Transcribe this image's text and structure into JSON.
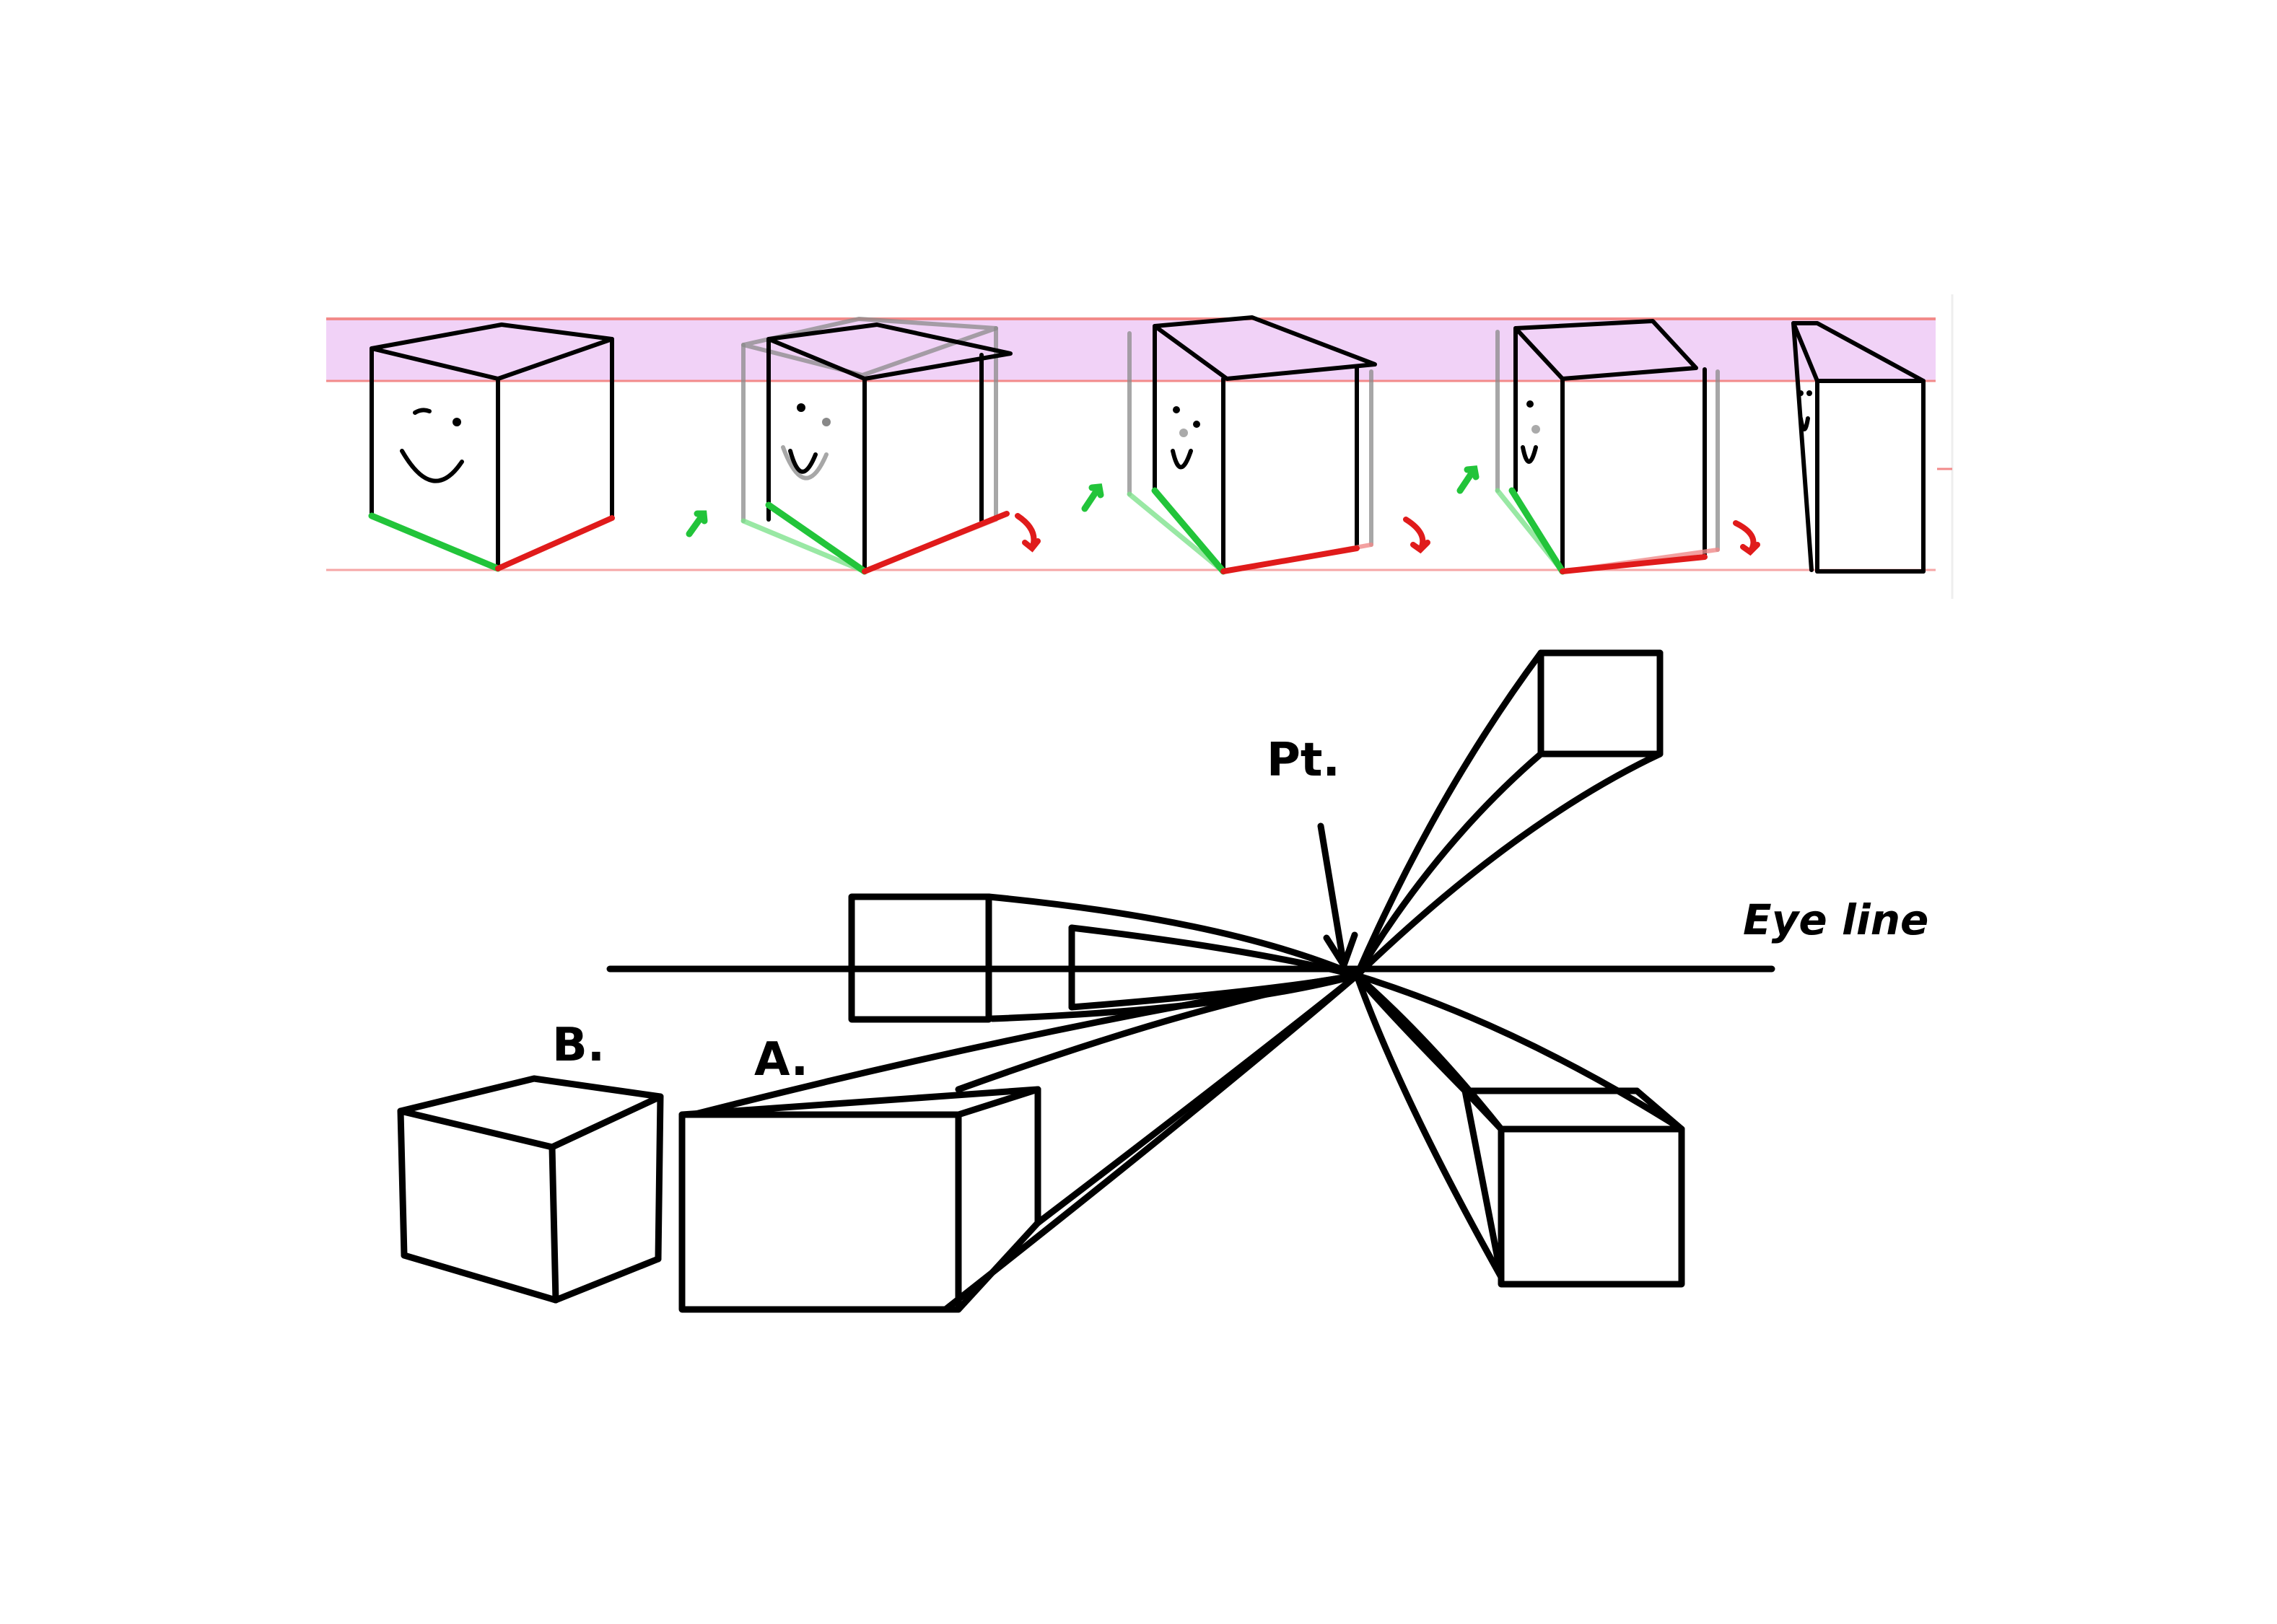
{
  "labels": {
    "pt": "Pt.",
    "eye_line": "Eye line",
    "box_a": "A.",
    "box_b": "B."
  },
  "colors": {
    "band": "#f1d2f7",
    "band_border": "#f28a8a",
    "left_edge": "#22c43a",
    "right_edge": "#e01b1b",
    "ink": "#000000"
  }
}
